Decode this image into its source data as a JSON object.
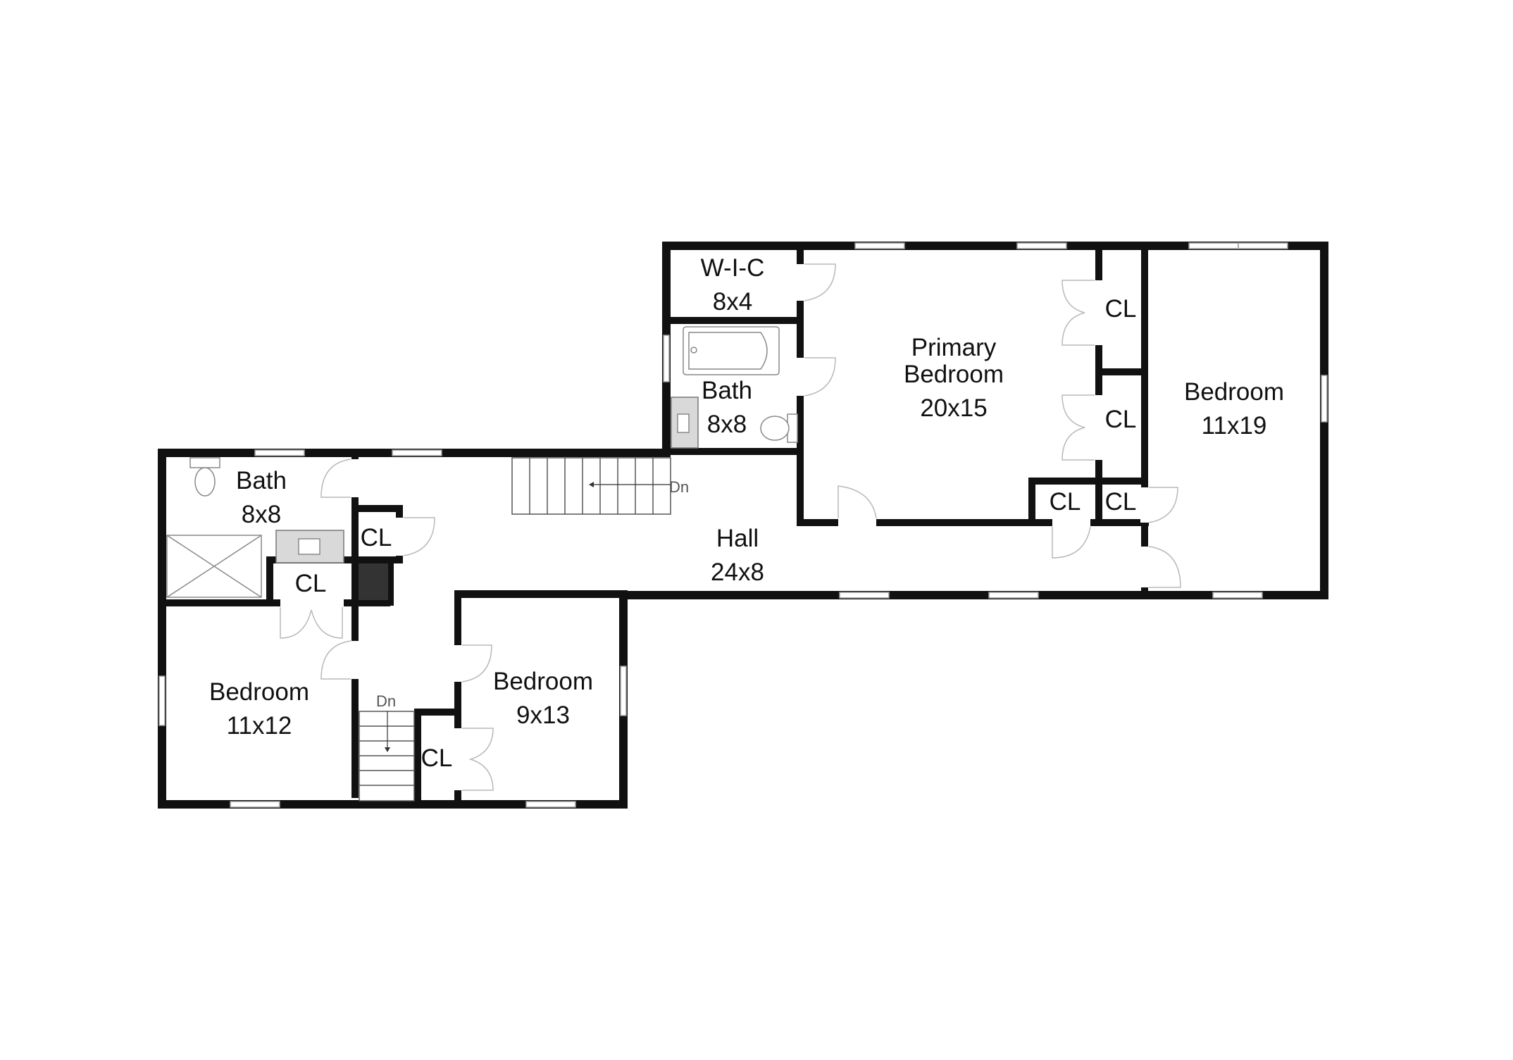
{
  "floorplan": {
    "title": "",
    "rooms": [
      {
        "id": "wic",
        "name": "W-I-C",
        "dims": "8x4"
      },
      {
        "id": "bath-primary",
        "name": "Bath",
        "dims": "8x8"
      },
      {
        "id": "primary-bedroom",
        "name_line1": "Primary",
        "name_line2": "Bedroom",
        "dims": "20x15"
      },
      {
        "id": "bedroom-east",
        "name": "Bedroom",
        "dims": "11x19"
      },
      {
        "id": "hall",
        "name": "Hall",
        "dims": "24x8"
      },
      {
        "id": "bath-west",
        "name": "Bath",
        "dims": "8x8"
      },
      {
        "id": "bedroom-southwest",
        "name": "Bedroom",
        "dims": "11x12"
      },
      {
        "id": "bedroom-south",
        "name": "Bedroom",
        "dims": "9x13"
      }
    ],
    "closets": [
      {
        "id": "cl-primary-upper",
        "label": "CL"
      },
      {
        "id": "cl-primary-lower",
        "label": "CL"
      },
      {
        "id": "cl-hall-1",
        "label": "CL"
      },
      {
        "id": "cl-hall-2",
        "label": "CL"
      },
      {
        "id": "cl-west-1",
        "label": "CL"
      },
      {
        "id": "cl-west-2",
        "label": "CL"
      },
      {
        "id": "cl-south",
        "label": "CL"
      }
    ],
    "stairs": [
      {
        "id": "stairs-main",
        "label": "Dn"
      },
      {
        "id": "stairs-south",
        "label": "Dn"
      }
    ],
    "colors": {
      "wall": "#111111",
      "background": "#ffffff",
      "fixture": "#d9d9d9",
      "chimney": "#333333"
    }
  }
}
